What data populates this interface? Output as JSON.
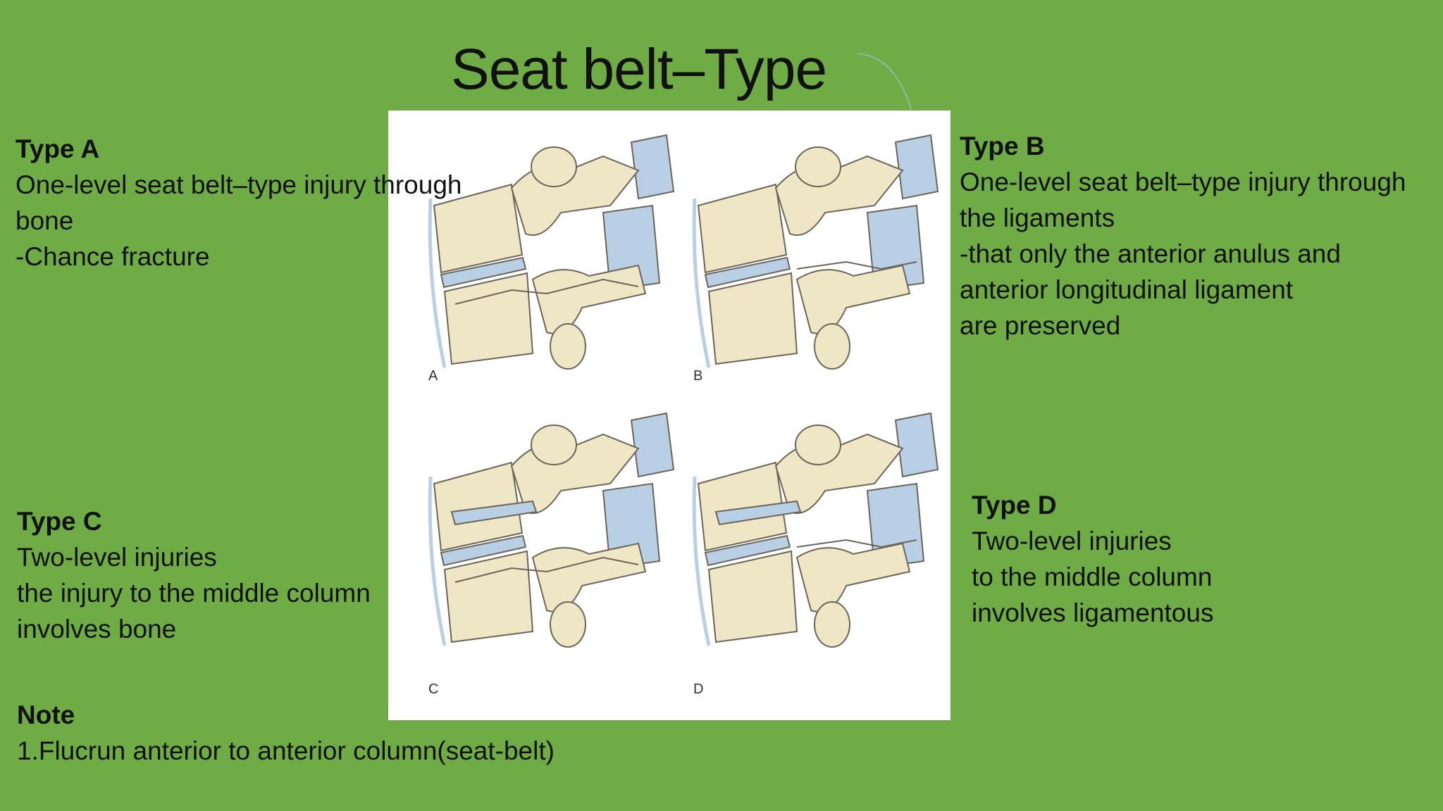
{
  "slide": {
    "title": "Seat belt–Type",
    "figure": {
      "panel_labels": [
        "A",
        "B",
        "C",
        "D"
      ]
    },
    "type_a": {
      "heading": "Type A",
      "lines": [
        "One-level seat belt–type injury through",
        "bone",
        "-Chance fracture"
      ]
    },
    "type_b": {
      "heading": "Type B",
      "lines": [
        "One-level seat belt–type injury through",
        "the ligaments",
        "-that only the anterior anulus and",
        "anterior longitudinal ligament",
        "are preserved"
      ]
    },
    "type_c": {
      "heading": "Type C",
      "lines": [
        "Two-level injuries",
        "the injury to the middle column",
        "involves bone"
      ]
    },
    "type_d": {
      "heading": "Type D",
      "lines": [
        "Two-level injuries",
        "to the middle column",
        "involves  ligamentous"
      ]
    },
    "note": {
      "heading": "Note",
      "lines": [
        "1.Flucrun anterior to anterior column(seat-belt)"
      ]
    },
    "colors": {
      "background": "#6fac46",
      "bone": "#efe6c6",
      "bone_outline": "#6b6558",
      "disc": "#b9cfe6",
      "figure_bg": "#ffffff"
    }
  }
}
